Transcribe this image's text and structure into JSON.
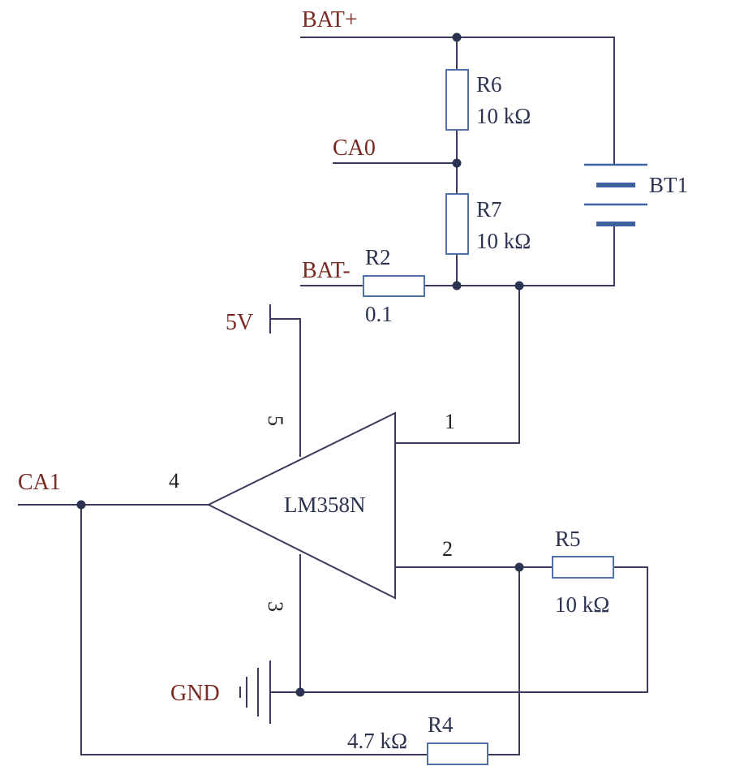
{
  "nets": {
    "bat_plus": "BAT+",
    "bat_minus": "BAT-",
    "ca0": "CA0",
    "ca1": "CA1",
    "v5": "5V",
    "gnd": "GND"
  },
  "components": {
    "r6": {
      "ref": "R6",
      "value": "10 kΩ"
    },
    "r7": {
      "ref": "R7",
      "value": "10 kΩ"
    },
    "r2": {
      "ref": "R2",
      "value": "0.1"
    },
    "r5": {
      "ref": "R5",
      "value": "10 kΩ"
    },
    "r4": {
      "ref": "R4",
      "value": "4.7 kΩ"
    },
    "bt1": {
      "ref": "BT1"
    },
    "opamp": {
      "name": "LM358N"
    }
  },
  "pins": {
    "p1": "1",
    "p2": "2",
    "p3": "3",
    "p4": "4",
    "p5": "5"
  },
  "colors": {
    "wire": "#3a3a5c",
    "net_label": "#7a2a22",
    "resistor": "#4f73a8",
    "battery": "#3f62a0"
  }
}
